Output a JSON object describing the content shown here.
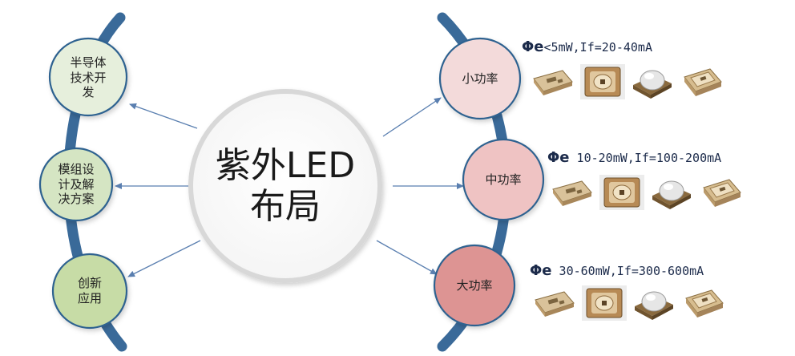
{
  "center": {
    "line1": "紫外LED",
    "line2": "布局"
  },
  "left_nodes": [
    {
      "id": "semiconductor",
      "lines": [
        "半导体",
        "技术开",
        "发"
      ],
      "color": "#e6efdc"
    },
    {
      "id": "module",
      "lines": [
        "模组设",
        "计及解",
        "决方案"
      ],
      "color": "#d5e5c3"
    },
    {
      "id": "innovation",
      "lines": [
        "创新",
        "应用"
      ],
      "color": "#c7dca6"
    }
  ],
  "right_nodes": [
    {
      "id": "low-power",
      "label": "小功率",
      "color": "#f3dada",
      "spec_symbol": "Φe",
      "spec_text": "<5mW,If=20-40mA"
    },
    {
      "id": "mid-power",
      "label": "中功率",
      "color": "#efc3c3",
      "spec_symbol": "Φe",
      "spec_text": " 10-20mW,If=100-200mA"
    },
    {
      "id": "high-power",
      "label": "大功率",
      "color": "#dd9493",
      "spec_symbol": "Φe",
      "spec_text": " 30-60mW,If=300-600mA"
    }
  ],
  "colors": {
    "arc": "#3a6a99",
    "arrow": "#5a7fb0",
    "node_border": "#2f6290",
    "center_border": "#d8d8d8"
  },
  "chip_icons": [
    "flat-led-chip-icon",
    "square-cup-led-chip-icon",
    "dome-lens-led-chip-icon",
    "lead-frame-led-chip-icon"
  ]
}
